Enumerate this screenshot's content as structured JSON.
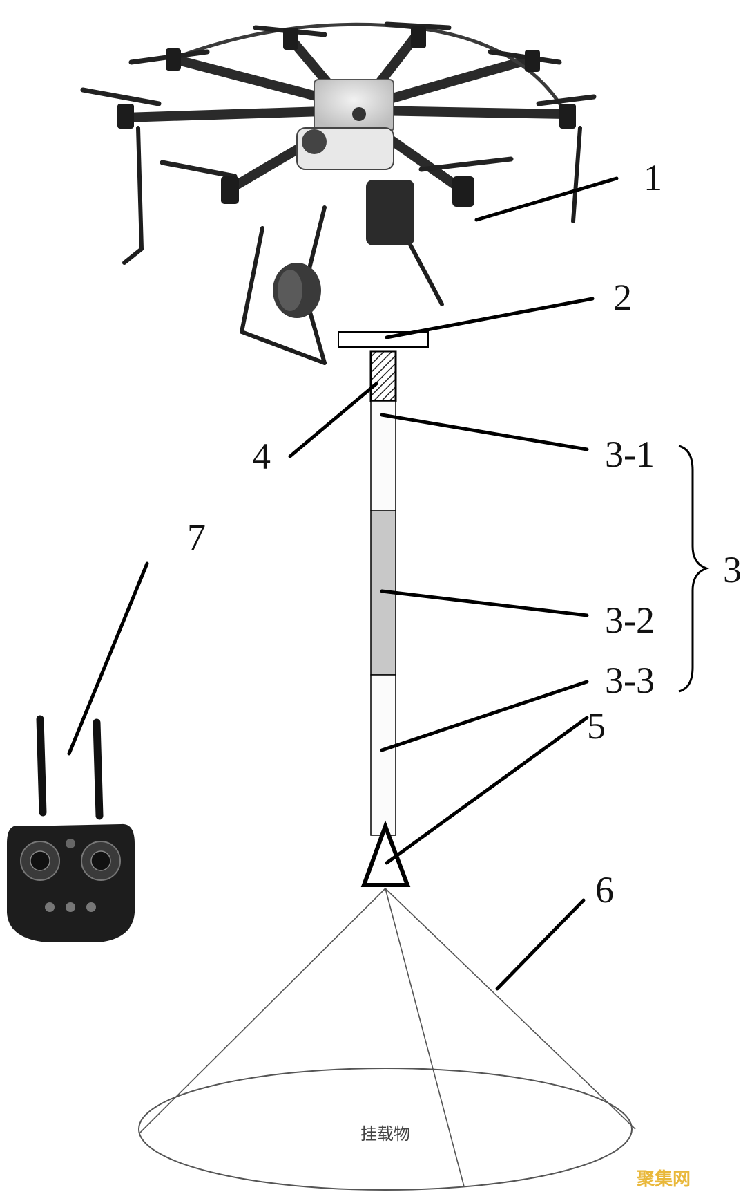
{
  "labels": {
    "l1": "1",
    "l2": "2",
    "l31": "3-1",
    "l32": "3-2",
    "l33": "3-3",
    "l3": "3",
    "l4": "4",
    "l5": "5",
    "l6": "6",
    "l7": "7"
  },
  "payload_text": "挂载物",
  "watermark": "聚集网",
  "colors": {
    "stroke": "#000000",
    "segment_gray": "#c8c8c8",
    "hatch": "#333333",
    "watermark": "#e9b83b"
  }
}
